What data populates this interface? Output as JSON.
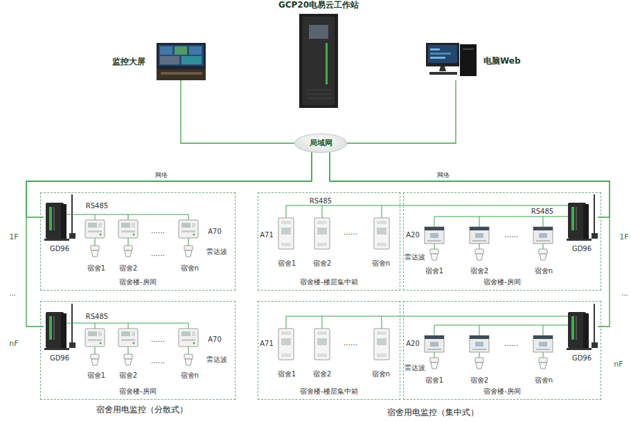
{
  "diagram": {
    "nodes": [
      {
        "text": [
          "监控大屏"
        ]
      },
      {
        "text": [
          "GCP20电易云工作站"
        ]
      },
      {
        "text": [
          "电脑Web"
        ]
      },
      {
        "text": [
          "局域网"
        ]
      },
      {
        "text": [
          "宿舍楼-房间"
        ]
      },
      {
        "text": [
          "GD96"
        ],
        "in": 4
      },
      {
        "text": [
          "宿舍楼-楼层集中箱"
        ]
      },
      {
        "text": [
          "宿舍楼-房间"
        ]
      },
      {
        "text": [
          "GD96"
        ],
        "in": 7
      },
      {
        "text": [
          "宿舍楼-房间"
        ]
      },
      {
        "text": [
          "GD96"
        ],
        "in": 9
      },
      {
        "text": [
          "宿舍楼-楼层集中箱"
        ]
      },
      {
        "text": [
          "宿舍楼-房间"
        ]
      },
      {
        "text": [
          "GD96"
        ],
        "in": 12
      }
    ],
    "edges": [
      {
        "from": 0,
        "to": 3,
        "arrow": "none"
      },
      {
        "from": 2,
        "to": 3,
        "arrow": "none"
      },
      {
        "from": 3,
        "to": 5,
        "label": "网络",
        "arrow": "none"
      },
      {
        "from": 3,
        "to": 10,
        "arrow": "none"
      },
      {
        "from": 3,
        "to": 8,
        "label": "网络",
        "arrow": "none"
      },
      {
        "from": 3,
        "to": 13,
        "arrow": "none"
      }
    ],
    "labels": [
      "1F",
      "···",
      "nF",
      "1F",
      "···",
      "nF",
      "RS485",
      "……",
      "A70",
      "……",
      "雷达波",
      "宿舍1",
      "宿舍2",
      "宿舍n",
      "RS485",
      "A71",
      "……",
      "宿舍1",
      "宿舍2",
      "宿舍n",
      "RS485",
      "A20",
      "……",
      "雷达波",
      "宿舍1",
      "宿舍2",
      "宿舍n",
      "RS485",
      "……",
      "A70",
      "……",
      "雷达波",
      "宿舍1",
      "宿舍2",
      "宿舍n",
      "A71",
      "……",
      "宿舍1",
      "宿舍2",
      "宿舍n",
      "A20",
      "……",
      "雷达波",
      "宿舍1",
      "宿舍2",
      "宿舍n",
      "宿舍用电监控（分散式）",
      "宿舍用电监控（集中式）"
    ]
  }
}
